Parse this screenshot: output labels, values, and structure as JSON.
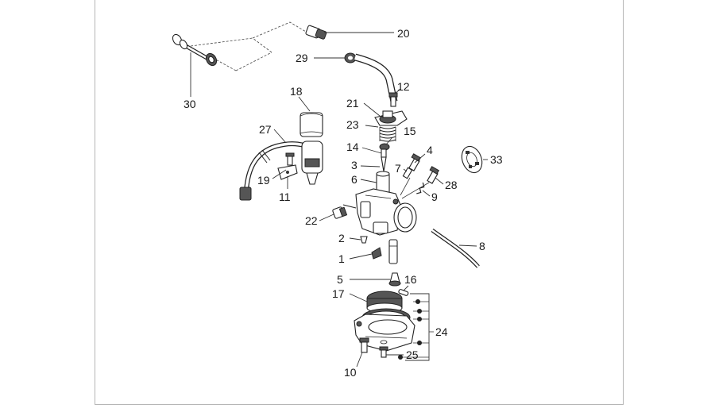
{
  "diagram": {
    "labels": {
      "l20": "20",
      "l29": "29",
      "l30": "30",
      "l12": "12",
      "l18": "18",
      "l21": "21",
      "l23": "23",
      "l27": "27",
      "l15": "15",
      "l14": "14",
      "l4": "4",
      "l33": "33",
      "l3": "3",
      "l7": "7",
      "l6": "6",
      "l28": "28",
      "l19": "19",
      "l9": "9",
      "l11": "11",
      "l22": "22",
      "l2": "2",
      "l8": "8",
      "l1": "1",
      "l5": "5",
      "l16": "16",
      "l17": "17",
      "l24": "24",
      "l10": "10",
      "l25": "25"
    }
  }
}
